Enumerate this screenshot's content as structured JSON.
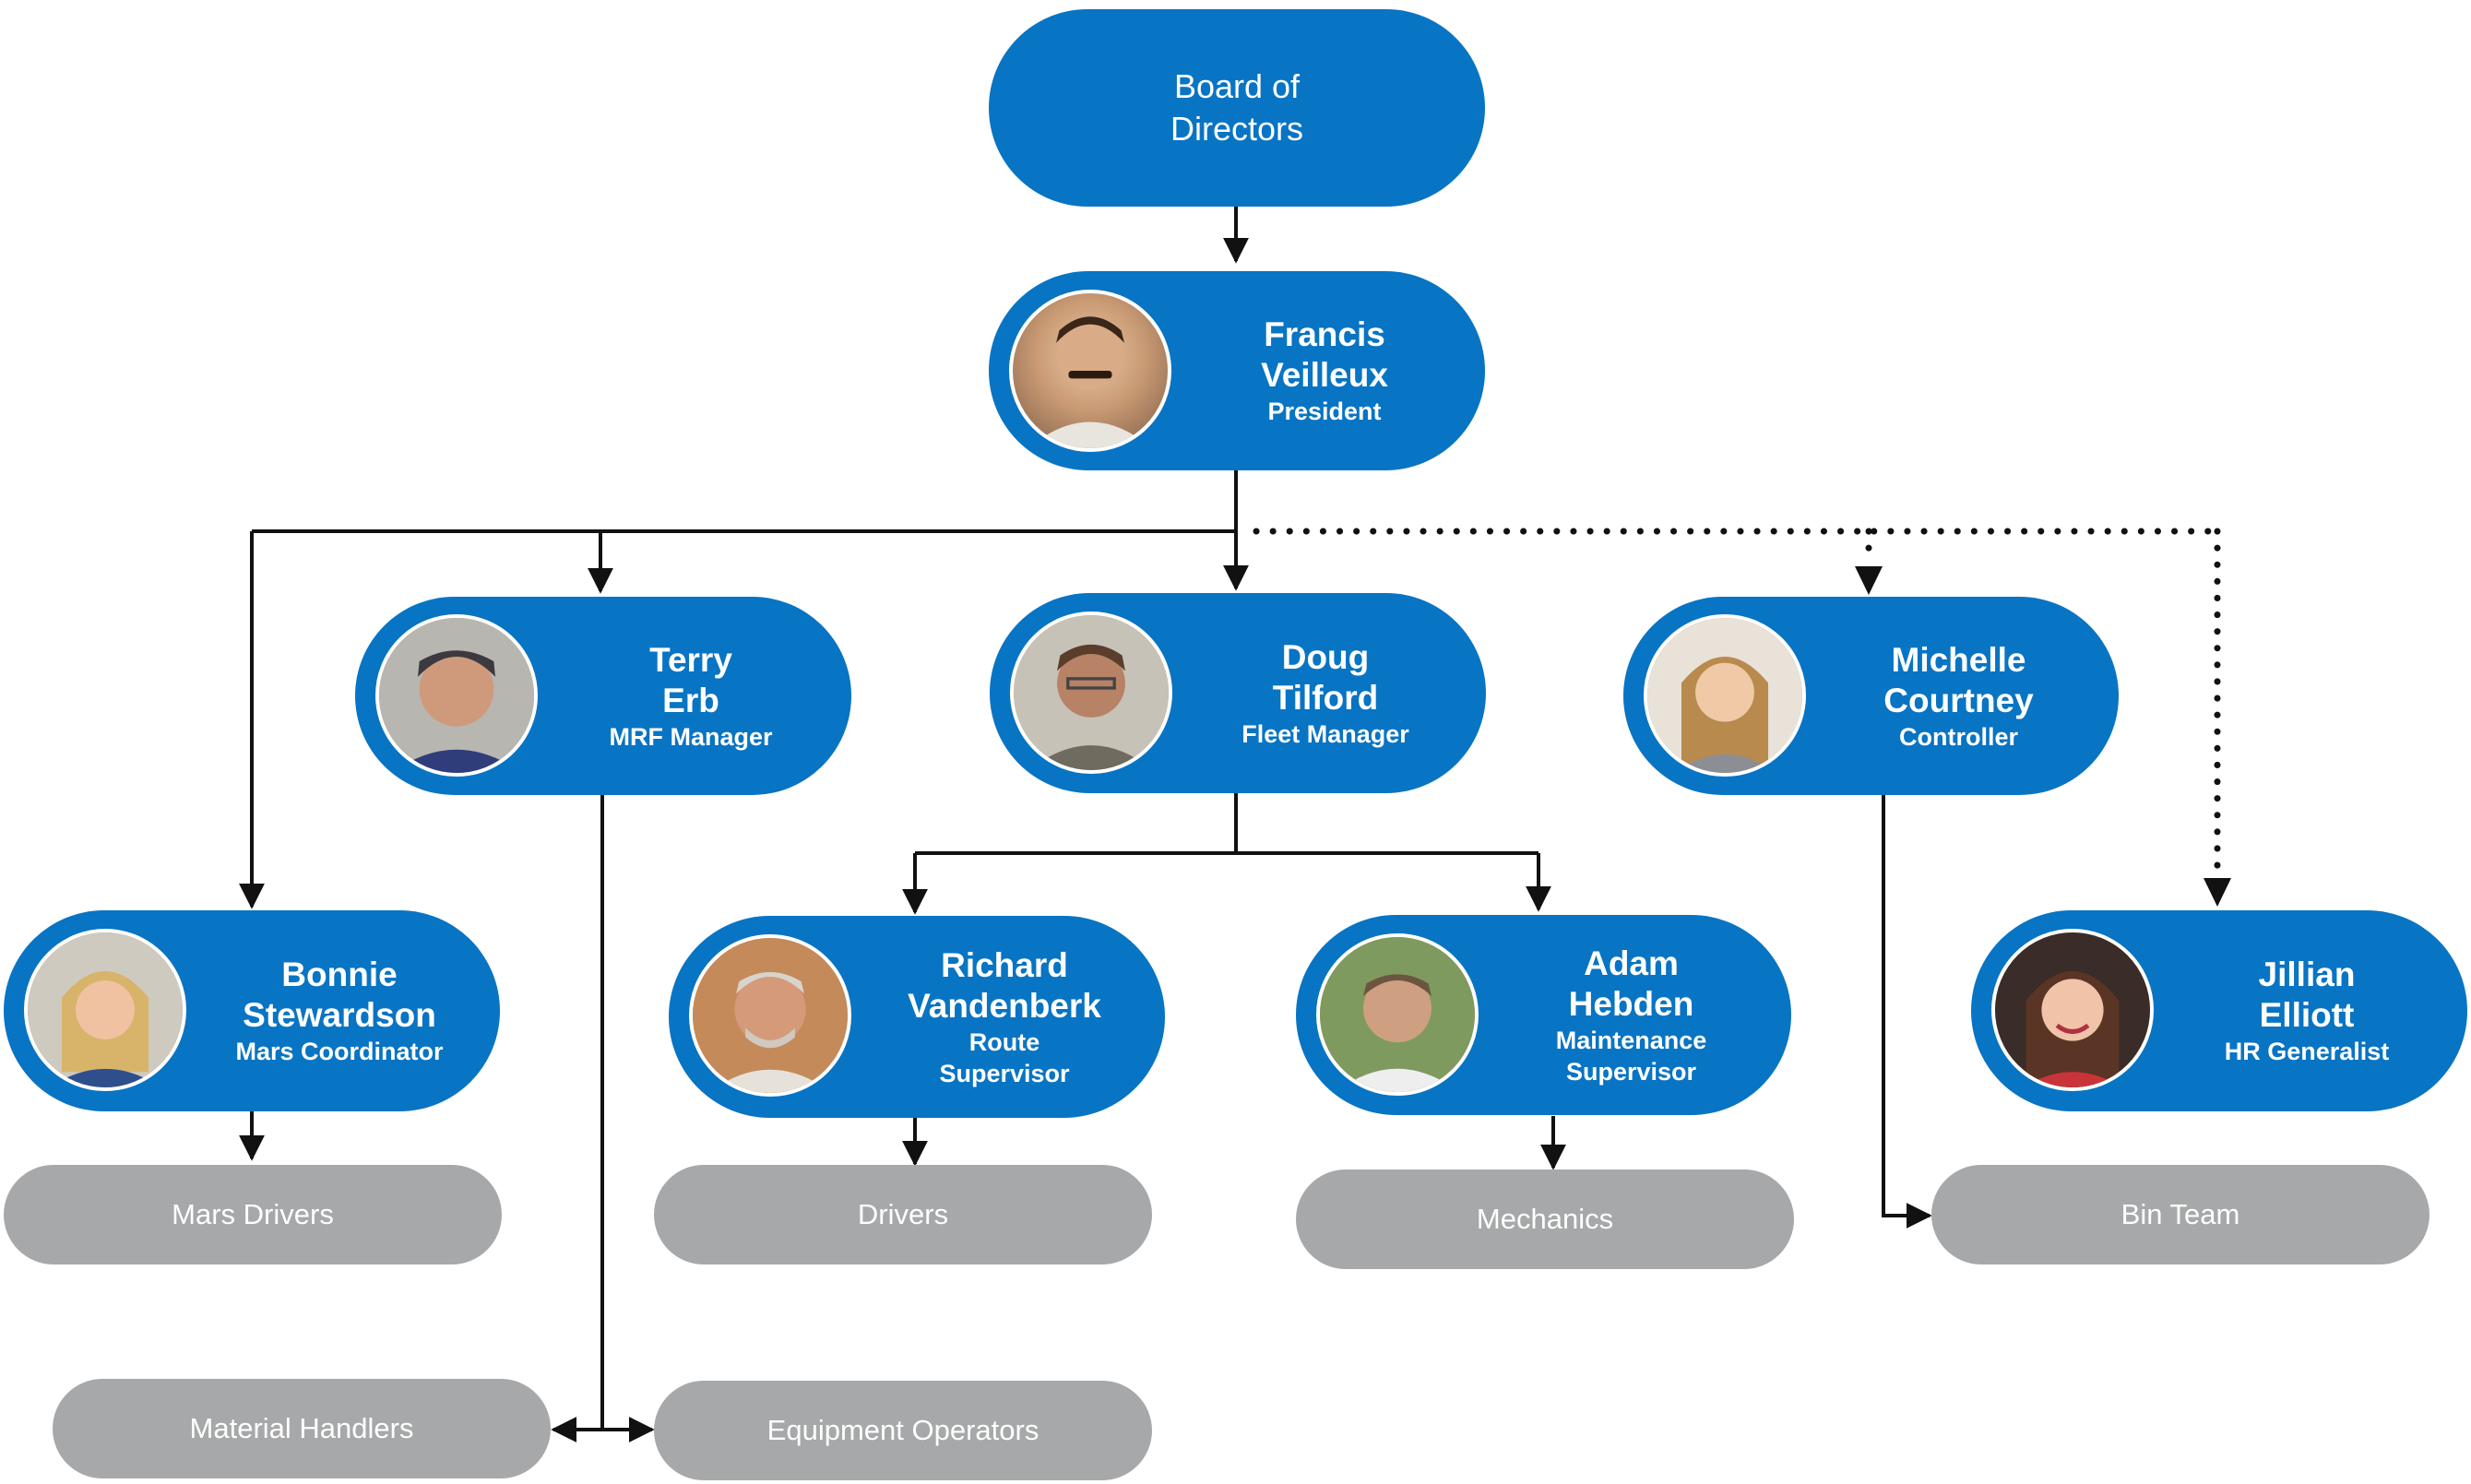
{
  "colors": {
    "node": "#0874c4",
    "team": "#a7a8a9",
    "line": "#111111"
  },
  "board": {
    "label": "Board of Directors"
  },
  "people": {
    "francis": {
      "name": "Francis Veilleux",
      "role": "President"
    },
    "terry": {
      "name": "Terry Erb",
      "role": "MRF Manager"
    },
    "doug": {
      "name": "Doug Tilford",
      "role": "Fleet Manager"
    },
    "michelle": {
      "name": "Michelle Courtney",
      "role": "Controller"
    },
    "bonnie": {
      "name": "Bonnie Stewardson",
      "role": "Mars Coordinator"
    },
    "richard": {
      "name": "Richard Vandenberk",
      "role": "Route Supervisor"
    },
    "adam": {
      "name": "Adam Hebden",
      "role": "Maintenance Supervisor"
    },
    "jillian": {
      "name": "Jillian Elliott",
      "role": "HR Generalist"
    }
  },
  "teams": {
    "mars_drivers": "Mars Drivers",
    "drivers": "Drivers",
    "mechanics": "Mechanics",
    "bin_team": "Bin Team",
    "material_handlers": "Material Handlers",
    "equipment_operators": "Equipment Operators"
  }
}
